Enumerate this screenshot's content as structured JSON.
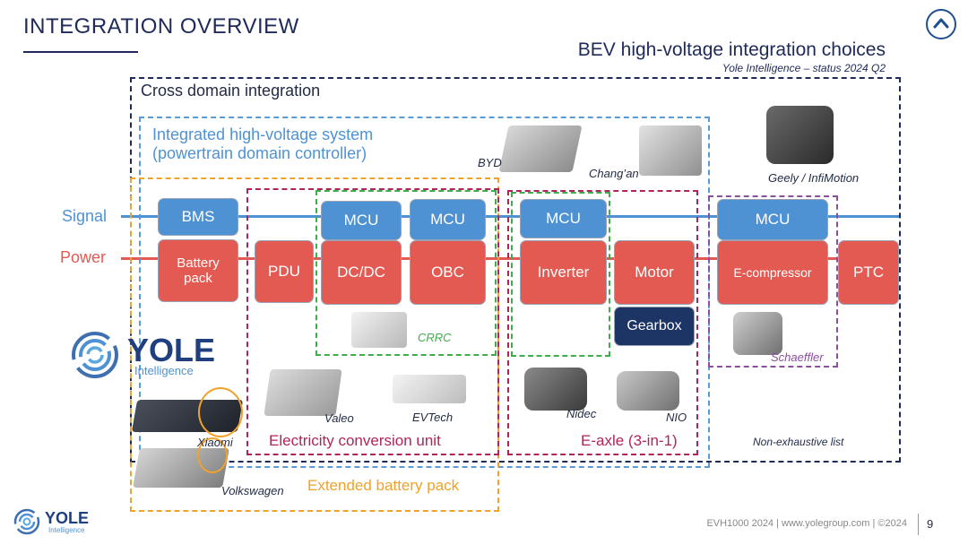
{
  "header": {
    "title": "INTEGRATION OVERVIEW",
    "subtitle": "BEV high-voltage integration choices",
    "status": "Yole Intelligence – status 2024 Q2"
  },
  "groups": {
    "cross_domain": "Cross domain integration",
    "hv_system_line1": "Integrated high-voltage system",
    "hv_system_line2": "(powertrain domain controller)",
    "electricity_unit": "Electricity conversion unit",
    "eaxle": "E-axle (3-in-1)",
    "battery_pack": "Extended battery pack",
    "non_exhaustive": "Non-exhaustive list"
  },
  "lines": {
    "signal": "Signal",
    "power": "Power"
  },
  "blocks": {
    "bms": "BMS",
    "battery_line1": "Battery",
    "battery_line2": "pack",
    "pdu": "PDU",
    "mcu": "MCU",
    "dcdc": "DC/DC",
    "obc": "OBC",
    "inverter": "Inverter",
    "motor": "Motor",
    "gearbox": "Gearbox",
    "ecompressor": "E-compressor",
    "ptc": "PTC"
  },
  "suppliers": {
    "byd": "BYD",
    "changan": "Chang’an",
    "geely": "Geely / InfiMotion",
    "crrc": "CRRC",
    "schaeffler": "Schaeffler",
    "valeo": "Valeo",
    "evtech": "EVTech",
    "nidec": "Nidec",
    "nio": "NIO",
    "xiaomi": "Xiaomi",
    "volkswagen": "Volkswagen"
  },
  "logo": {
    "name": "YOLE",
    "sub": "Intelligence"
  },
  "footer": {
    "text": "EVH1000 2024 | www.yolegroup.com | ©2024",
    "page": "9"
  },
  "colors": {
    "navy": "#1f2a5a",
    "signal": "#4f92d4",
    "power": "#e35a52",
    "battery": "#f0a22a",
    "electric": "#b0245a",
    "green": "#3fae4a",
    "purple": "#8a4f9e"
  },
  "icons": [
    "chevron-up-icon",
    "yole-logo"
  ]
}
